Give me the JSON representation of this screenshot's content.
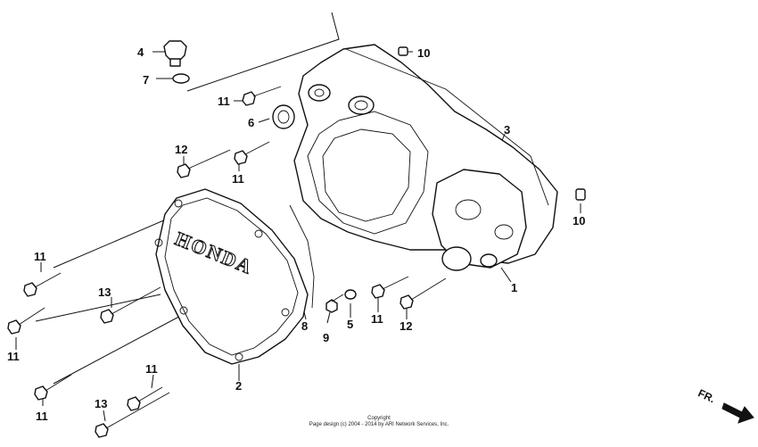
{
  "diagram": {
    "callouts": {
      "c1": "1",
      "c2": "2",
      "c3": "3",
      "c4": "4",
      "c5": "5",
      "c6": "6",
      "c7": "7",
      "c8": "8",
      "c9": "9",
      "c10a": "10",
      "c10b": "10",
      "c11a": "11",
      "c11b": "11",
      "c11c": "11",
      "c11d": "11",
      "c11e": "11",
      "c11f": "11",
      "c11g": "11",
      "c12a": "12",
      "c12b": "12",
      "c13a": "13",
      "c13b": "13"
    },
    "cover_logo": "HONDA",
    "direction_label": "FR."
  },
  "footer": {
    "copyright_title": "Copyright",
    "copyright_text": "Page design (c) 2004 - 2014 by ARI Network Services, Inc."
  }
}
